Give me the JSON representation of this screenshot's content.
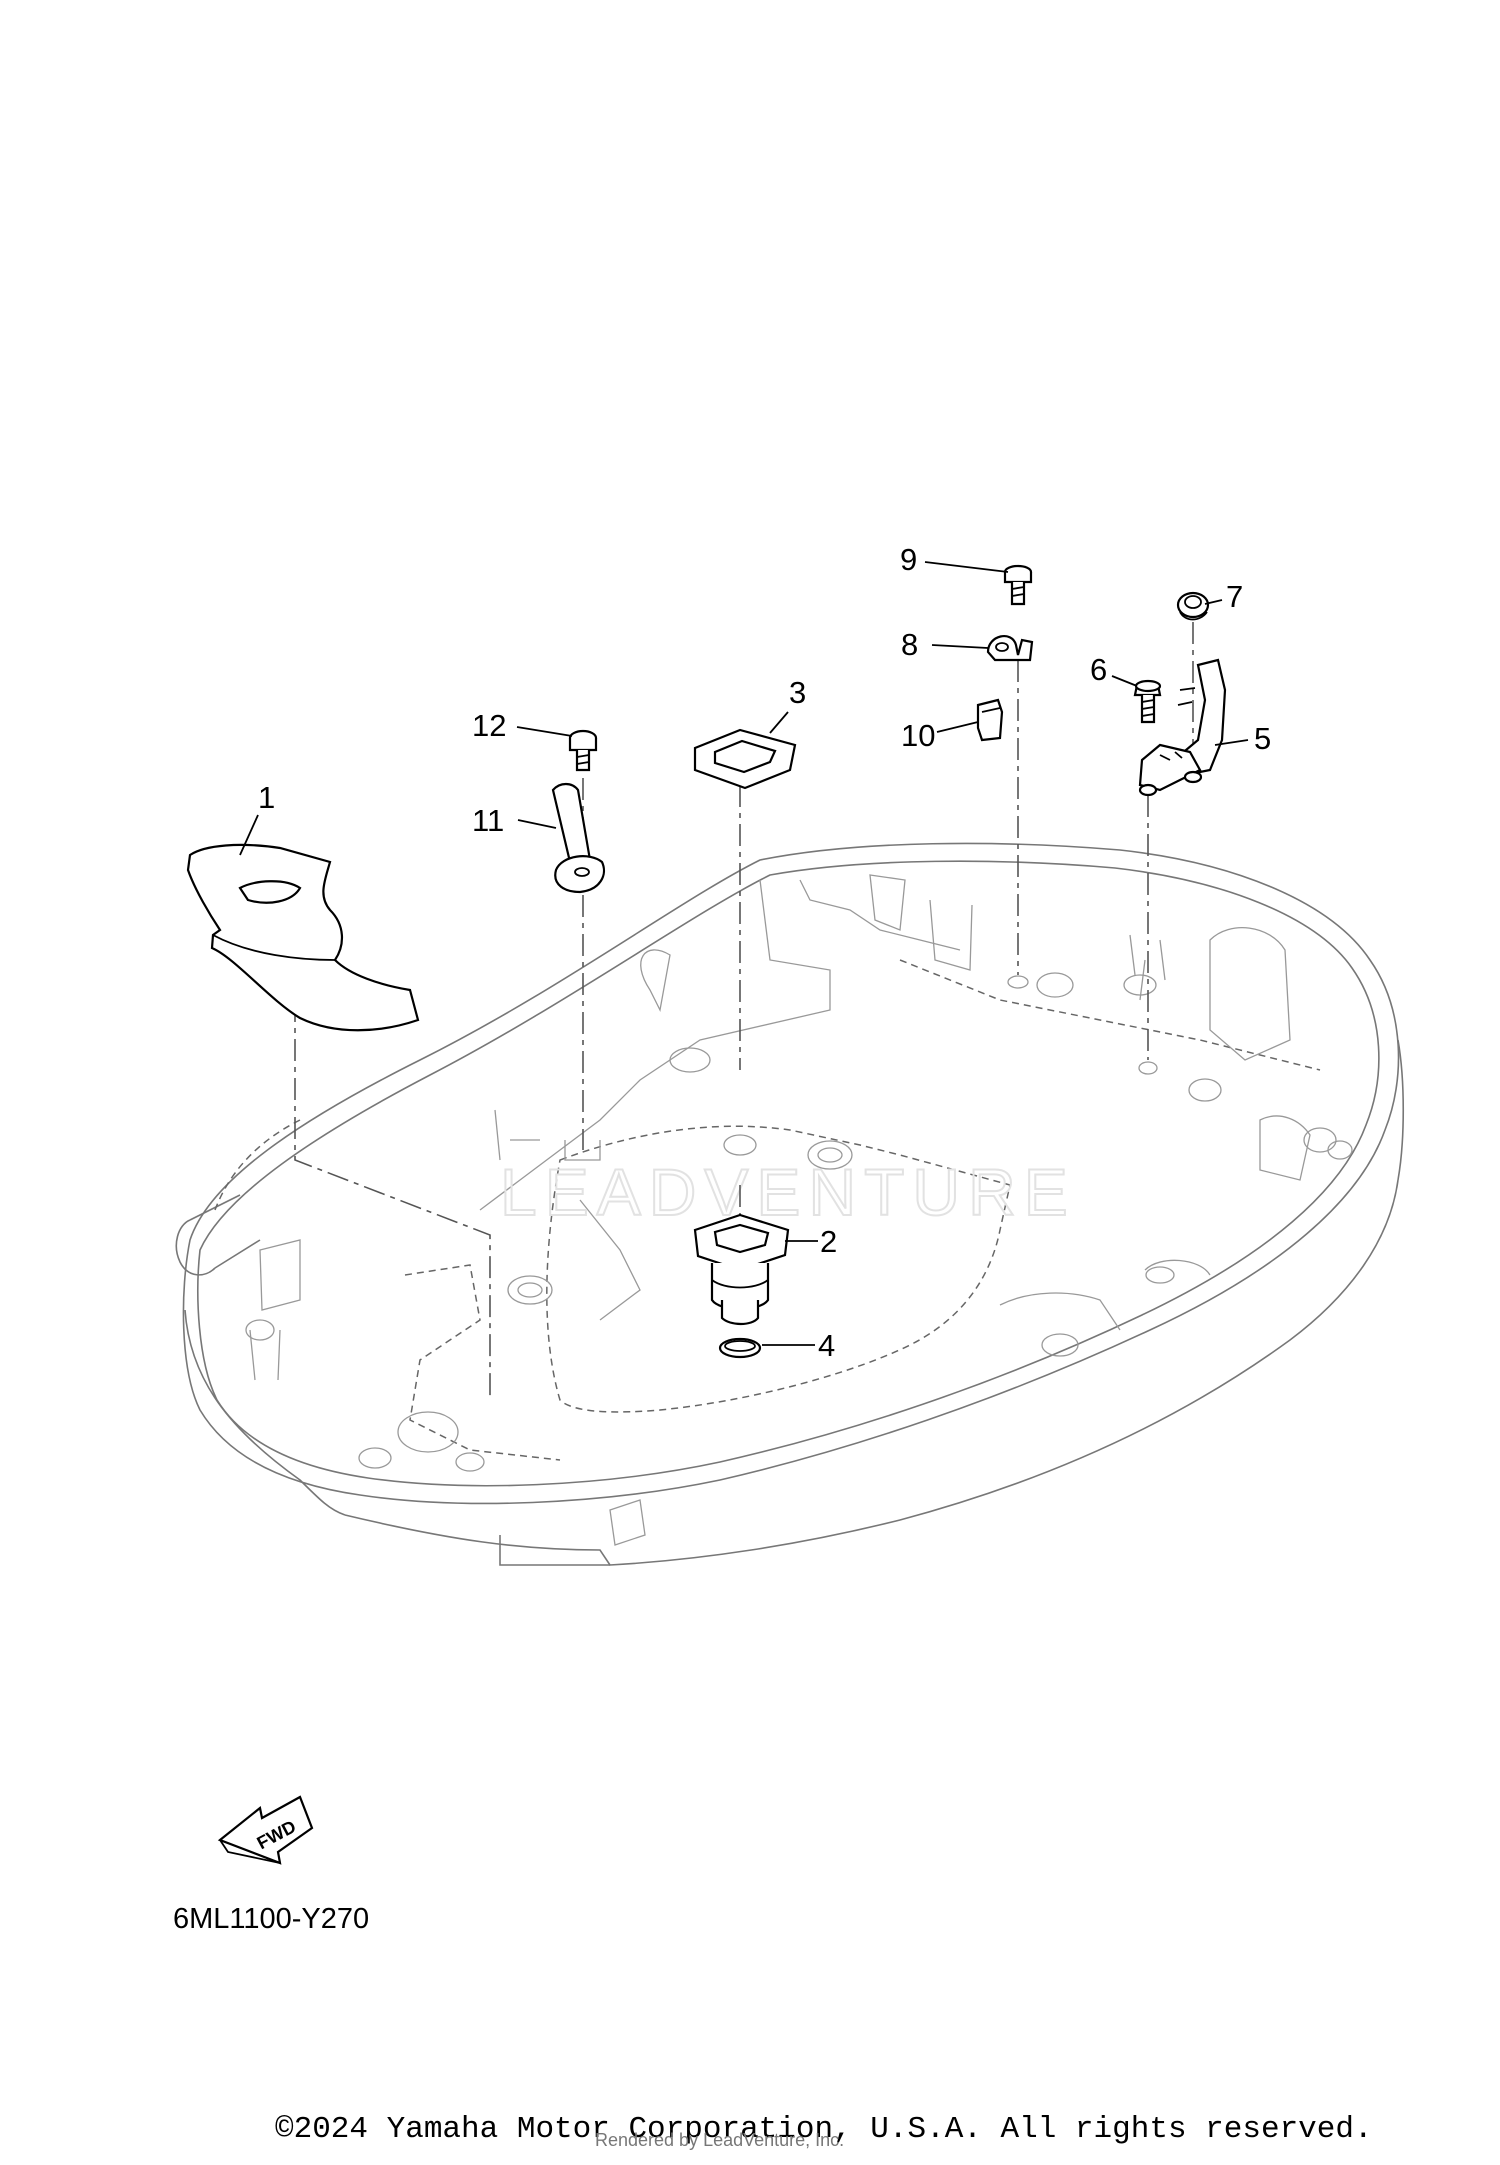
{
  "callouts": [
    {
      "num": "1",
      "part": "sheet"
    },
    {
      "num": "2",
      "part": "grommet"
    },
    {
      "num": "3",
      "part": "grommet-top"
    },
    {
      "num": "4",
      "part": "clip"
    },
    {
      "num": "5",
      "part": "bracket"
    },
    {
      "num": "6",
      "part": "bolt"
    },
    {
      "num": "7",
      "part": "grommet-small"
    },
    {
      "num": "8",
      "part": "clamp"
    },
    {
      "num": "9",
      "part": "bolt"
    },
    {
      "num": "10",
      "part": "damper"
    },
    {
      "num": "11",
      "part": "plate"
    },
    {
      "num": "12",
      "part": "bolt"
    }
  ],
  "fwd_label": "FWD",
  "diagram_code": "6ML1100-Y270",
  "watermark": "LEADVENTURE",
  "copyright": "©2024 Yamaha Motor Corporation, U.S.A. All rights reserved.",
  "rendered_by": "Rendered by LeadVenture, Inc."
}
